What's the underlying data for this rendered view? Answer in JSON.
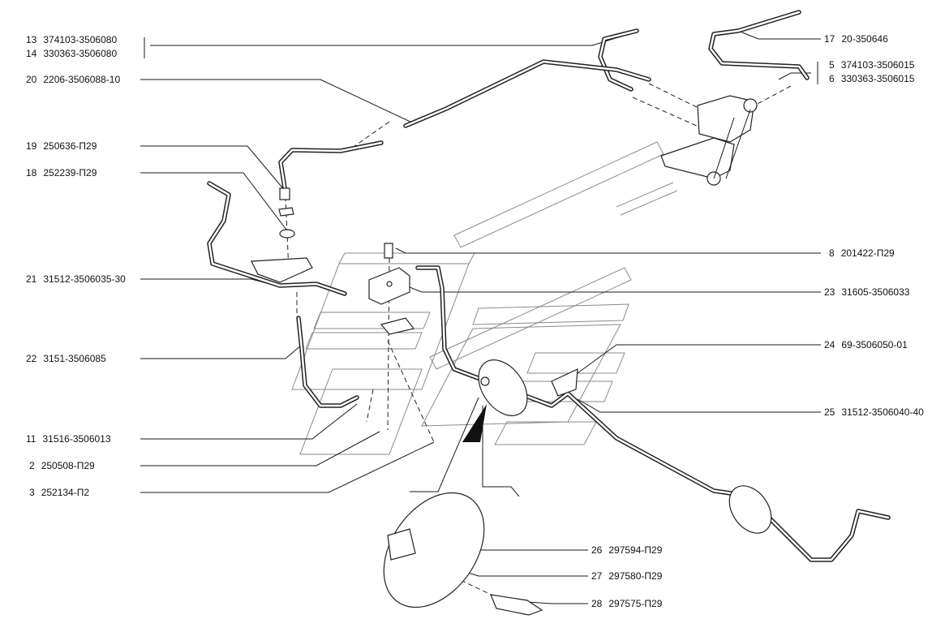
{
  "labels": [
    {
      "id": "l13",
      "num": "13",
      "code": "374103-3506080"
    },
    {
      "id": "l14",
      "num": "14",
      "code": "330363-3506080"
    },
    {
      "id": "l20",
      "num": "20",
      "code": "2206-3506088-10"
    },
    {
      "id": "l19",
      "num": "19",
      "code": "250636-П29"
    },
    {
      "id": "l18",
      "num": "18",
      "code": "252239-П29"
    },
    {
      "id": "l21",
      "num": "21",
      "code": "31512-3506035-30"
    },
    {
      "id": "l22",
      "num": "22",
      "code": "3151-3506085"
    },
    {
      "id": "l11",
      "num": "11",
      "code": "31516-3506013"
    },
    {
      "id": "l2",
      "num": "2",
      "code": "250508-П29"
    },
    {
      "id": "l3",
      "num": "3",
      "code": "252134-П2"
    },
    {
      "id": "l17",
      "num": "17",
      "code": "20-350646"
    },
    {
      "id": "l5",
      "num": "5",
      "code": "374103-3506015"
    },
    {
      "id": "l6",
      "num": "6",
      "code": "330363-3506015"
    },
    {
      "id": "l8",
      "num": "8",
      "code": "201422-П29"
    },
    {
      "id": "l23",
      "num": "23",
      "code": "31605-3506033"
    },
    {
      "id": "l24",
      "num": "24",
      "code": "69-3506050-01"
    },
    {
      "id": "l25",
      "num": "25",
      "code": "31512-3506040-40"
    },
    {
      "id": "l26",
      "num": "26",
      "code": "297594-П29"
    },
    {
      "id": "l27",
      "num": "27",
      "code": "297580-П29"
    },
    {
      "id": "l28",
      "num": "28",
      "code": "297575-П29"
    }
  ]
}
